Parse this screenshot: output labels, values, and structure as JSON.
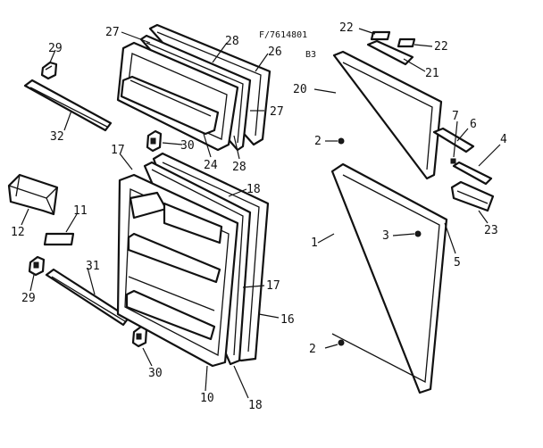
{
  "header": {
    "drawing_code": "F/7614801",
    "page_code": "B3"
  },
  "callouts": [
    {
      "id": "c27a",
      "label": "27"
    },
    {
      "id": "c28a",
      "label": "28"
    },
    {
      "id": "c26",
      "label": "26"
    },
    {
      "id": "c29a",
      "label": "29"
    },
    {
      "id": "c32",
      "label": "32"
    },
    {
      "id": "c30a",
      "label": "30"
    },
    {
      "id": "c24",
      "label": "24"
    },
    {
      "id": "c28b",
      "label": "28"
    },
    {
      "id": "c27b",
      "label": "27"
    },
    {
      "id": "c17a",
      "label": "17"
    },
    {
      "id": "c18a",
      "label": "18"
    },
    {
      "id": "c12",
      "label": "12"
    },
    {
      "id": "c11",
      "label": "11"
    },
    {
      "id": "c31",
      "label": "31"
    },
    {
      "id": "c29b",
      "label": "29"
    },
    {
      "id": "c17b",
      "label": "17"
    },
    {
      "id": "c16",
      "label": "16"
    },
    {
      "id": "c30b",
      "label": "30"
    },
    {
      "id": "c10",
      "label": "10"
    },
    {
      "id": "c18b",
      "label": "18"
    },
    {
      "id": "c22a",
      "label": "22"
    },
    {
      "id": "c22b",
      "label": "22"
    },
    {
      "id": "c21",
      "label": "21"
    },
    {
      "id": "c20",
      "label": "20"
    },
    {
      "id": "c7",
      "label": "7"
    },
    {
      "id": "c6",
      "label": "6"
    },
    {
      "id": "c4",
      "label": "4"
    },
    {
      "id": "c2a",
      "label": "2"
    },
    {
      "id": "c23",
      "label": "23"
    },
    {
      "id": "c1",
      "label": "1"
    },
    {
      "id": "c3",
      "label": "3"
    },
    {
      "id": "c5",
      "label": "5"
    },
    {
      "id": "c2b",
      "label": "2"
    }
  ]
}
